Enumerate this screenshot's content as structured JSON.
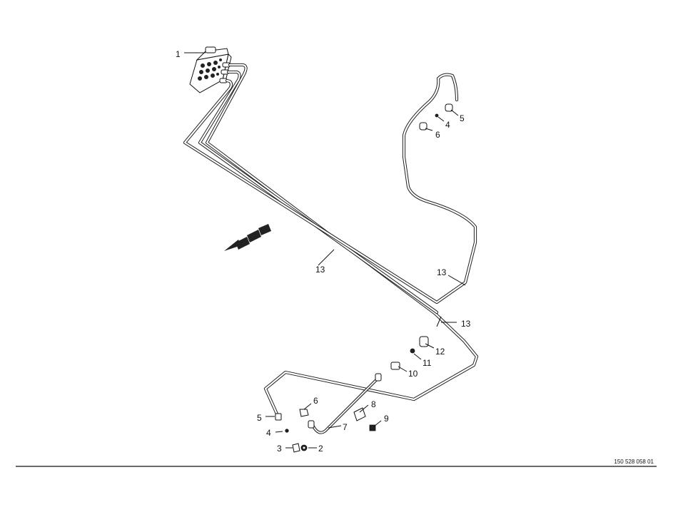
{
  "document_ref": "150 528 058 01",
  "callouts": {
    "c1": "1",
    "c2": "2",
    "c3": "3",
    "c4a": "4",
    "c4b": "4",
    "c5a": "5",
    "c5b": "5",
    "c6a": "6",
    "c6b": "6",
    "c7": "7",
    "c8": "8",
    "c9": "9",
    "c10": "10",
    "c11": "11",
    "c12": "12",
    "c13a": "13",
    "c13b": "13",
    "c13c": "13"
  }
}
